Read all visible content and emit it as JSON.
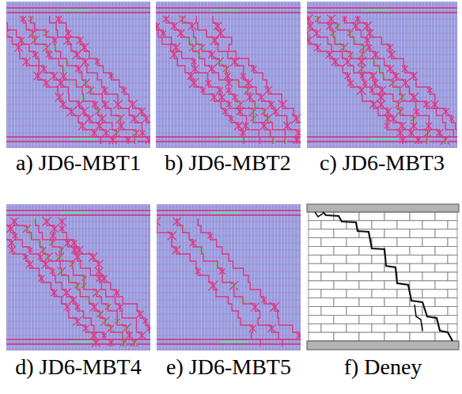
{
  "diagram": {
    "labels": [
      "a) JD6-MBT1",
      "b) JD6-MBT2",
      "c) JD6-MBT3",
      "d) JD6-MBT4",
      "e) JD6-MBT5",
      "f) Deney"
    ]
  }
}
